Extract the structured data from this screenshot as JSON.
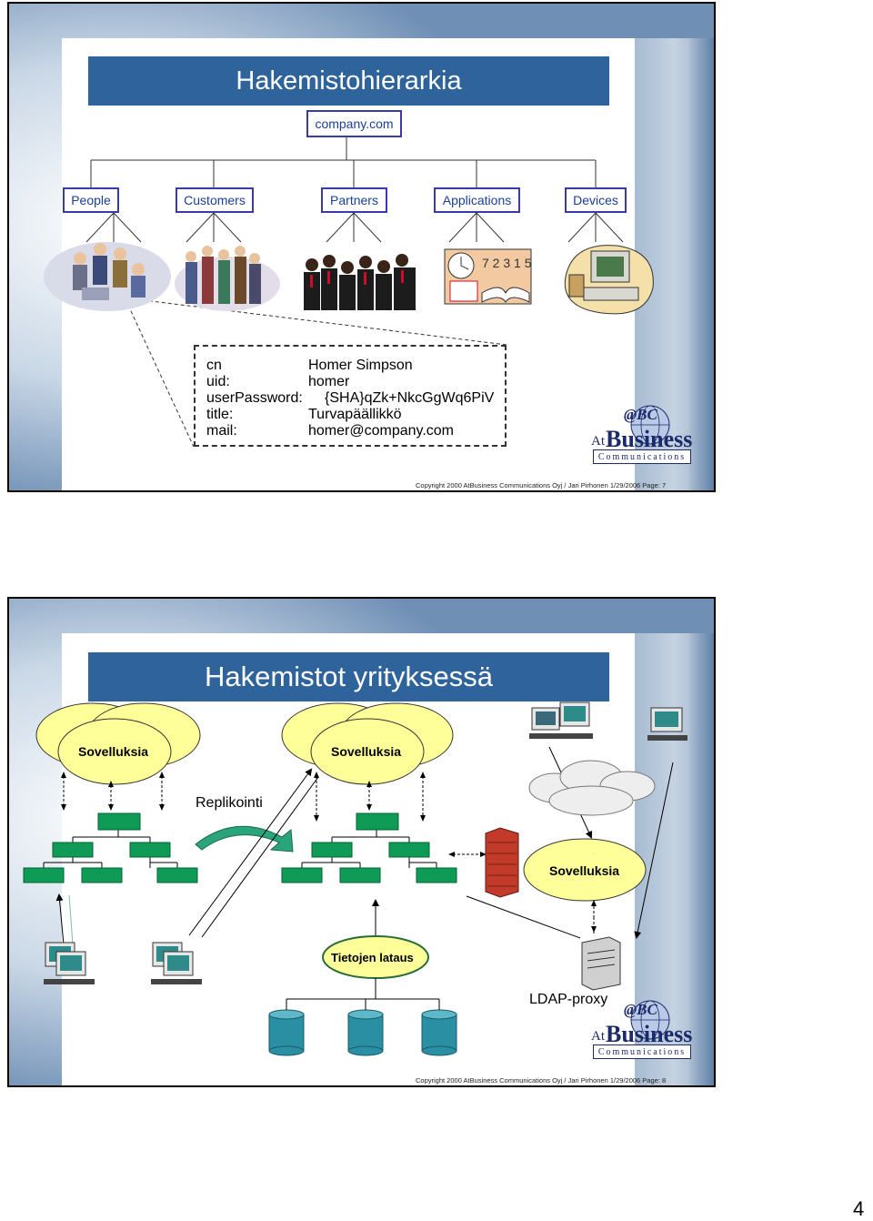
{
  "slide1": {
    "title": "Hakemistohierarkia",
    "root": "company.com",
    "categories": [
      "People",
      "Customers",
      "Partners",
      "Applications",
      "Devices"
    ],
    "entry": {
      "rows": [
        {
          "key": "cn",
          "value": "Homer Simpson"
        },
        {
          "key": "uid:",
          "value": "homer"
        },
        {
          "key": "userPassword:",
          "value": "{SHA}qZk+NkcGgWq6PiV"
        },
        {
          "key": "title:",
          "value": "Turvapäällikkö"
        },
        {
          "key": "mail:",
          "value": "homer@company.com"
        }
      ]
    },
    "footer": "Copyright 2000 AtBusiness Communications Oyj / Jari Pirhonen   1/29/2006   Page: 7"
  },
  "slide2": {
    "title": "Hakemistot  yrityksessä",
    "app_left": "Sovelluksia",
    "app_mid": "Sovelluksia",
    "app_right": "Sovelluksia",
    "replication": "Replikointi",
    "data_load": "Tietojen lataus",
    "proxy": "LDAP-proxy",
    "footer": "Copyright 2000 AtBusiness Communications Oyj / Jari Pirhonen   1/29/2006   Page: 8"
  },
  "logo": {
    "at": "At",
    "business": "Business",
    "communications": "Communications",
    "bc": "@BC"
  },
  "page_number": "4",
  "colors": {
    "title_bar": "#2f639c",
    "box_border": "#3a3aa8",
    "box_text": "#1a3f9a",
    "node_green": "#0f9a55",
    "ellipse_yellow": "#ffff99",
    "db_teal": "#2b8fa3"
  }
}
